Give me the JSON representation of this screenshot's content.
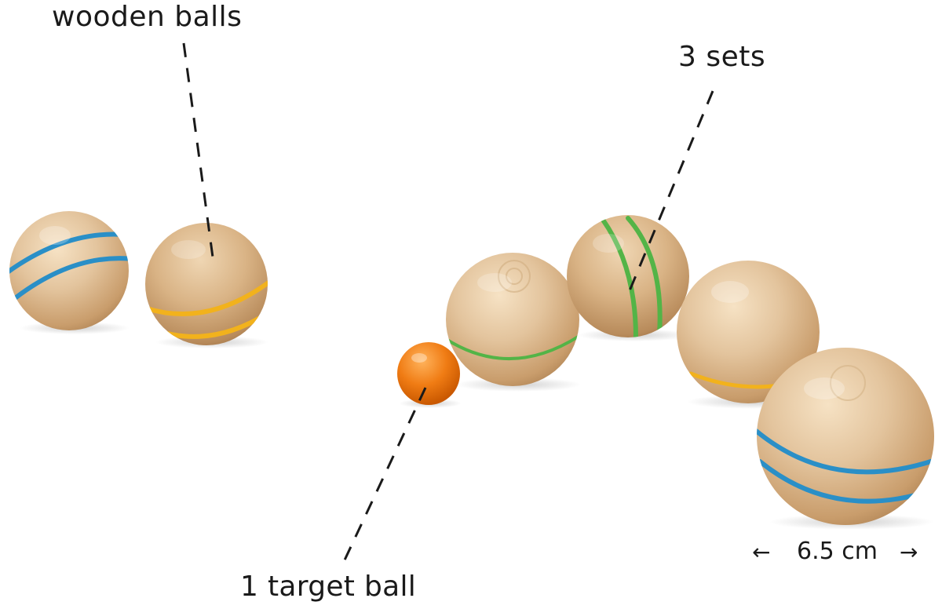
{
  "labels": {
    "wooden_balls": "wooden balls",
    "sets": "3 sets",
    "target_ball": "1 target ball",
    "size": "6.5 cm"
  },
  "colors": {
    "background": "#ffffff",
    "wood": "#e2c39b",
    "stripe_blue": "#2a8fc7",
    "stripe_yellow": "#f2b21c",
    "stripe_green": "#53b447",
    "target_orange": "#f07c14",
    "text": "#1a1a1a"
  },
  "icons": {
    "size_arrow_left": "←",
    "size_arrow_right": "→"
  }
}
